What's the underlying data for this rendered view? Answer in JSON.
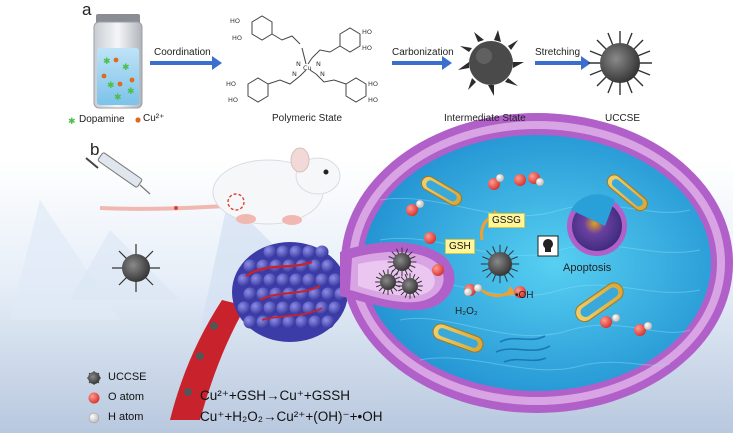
{
  "panels": {
    "a": "a",
    "b": "b"
  },
  "panel_a": {
    "steps": [
      {
        "arrow_label": "Coordination"
      },
      {
        "arrow_label": "Carbonization"
      },
      {
        "arrow_label": "Stretching"
      }
    ],
    "stages": {
      "polymeric": "Polymeric State",
      "intermediate": "Intermediate State",
      "product": "UCCSE"
    },
    "legend": {
      "dopamine": "Dopamine",
      "copper": "Cu²⁺"
    },
    "molecule": {
      "oh": "HO",
      "n": "N",
      "cu": "Cu"
    }
  },
  "panel_b": {
    "tags": {
      "gsh": "GSH",
      "gssg": "GSSG"
    },
    "labels": {
      "apoptosis": "Apoptosis",
      "oh_radical": "•OH",
      "h2o2": "H₂O₂"
    },
    "legend": {
      "uccse": "UCCSE",
      "o_atom": "O atom",
      "h_atom": "H atom"
    },
    "equations": [
      "Cu²⁺+GSH→Cu⁺+GSSH",
      "Cu⁺+H₂O₂→Cu²⁺+(OH)⁻+•OH"
    ]
  },
  "colors": {
    "membrane": "#b060c8",
    "cytoplasm": "#2fb6e6",
    "vessel": "#c0202a",
    "tumor": "#4a4ab8",
    "oxygen": "#e8483c",
    "tag": "#fff59a"
  }
}
